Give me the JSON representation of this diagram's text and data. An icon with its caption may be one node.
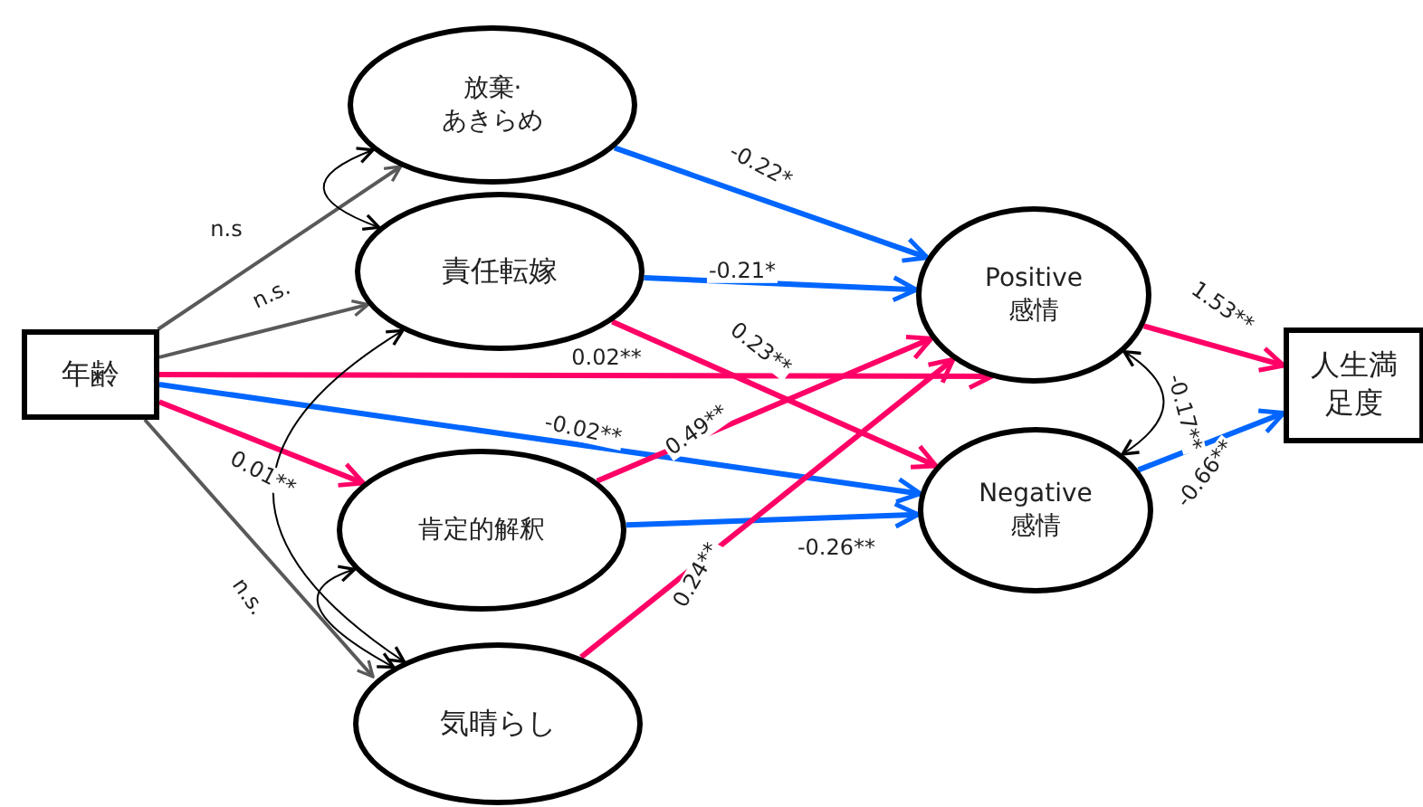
{
  "diagram": {
    "nodes": [
      {
        "text": [
          "年齢"
        ]
      },
      {
        "text": [
          "放棄· あきらめ"
        ]
      },
      {
        "text": [
          "責任転嫁"
        ]
      },
      {
        "text": [
          "肯定的解釈"
        ]
      },
      {
        "text": [
          "気晴らし"
        ]
      },
      {
        "text": [
          "Positive 感情"
        ]
      },
      {
        "text": [
          "Negative 感情"
        ]
      },
      {
        "text": [
          "人生満足度"
        ]
      }
    ],
    "edges": [
      {
        "from": 0,
        "to": 1,
        "arrow": "to",
        "label": "n.s",
        "color": "#595959"
      },
      {
        "from": 0,
        "to": 2,
        "arrow": "to",
        "label": "n.s.",
        "color": "#595959"
      },
      {
        "from": 0,
        "to": 5,
        "arrow": "to",
        "label": "0.02**"
      },
      {
        "from": 0,
        "to": 6,
        "arrow": "to",
        "label": "-0.02**",
        "color": "#0066ff"
      },
      {
        "from": 0,
        "to": 3,
        "arrow": "to",
        "label": "0.01**"
      },
      {
        "from": 0,
        "to": 4,
        "arrow": "to",
        "label": "n.s.",
        "color": "#595959"
      },
      {
        "from": 1,
        "to": 5,
        "arrow": "to",
        "label": "-0.22*",
        "color": "#0066ff"
      },
      {
        "from": 2,
        "to": 5,
        "arrow": "to",
        "label": "-0.21*",
        "color": "#0066ff"
      },
      {
        "from": 2,
        "to": 6,
        "arrow": "to",
        "label": "0.23**"
      },
      {
        "from": 3,
        "to": 5,
        "arrow": "to",
        "label": "0.49**"
      },
      {
        "from": 3,
        "to": 6,
        "arrow": "to",
        "label": "-0.26**",
        "color": "#0066ff"
      },
      {
        "from": 4,
        "to": 5,
        "arrow": "to",
        "label": "0.24**"
      },
      {
        "from": 5,
        "to": 7,
        "arrow": "to",
        "label": "1.53**"
      },
      {
        "from": 6,
        "to": 7,
        "arrow": "to",
        "label": "-0.66**",
        "color": "#0066ff"
      },
      {
        "from": 5,
        "to": 6,
        "arrow": "both",
        "label": "-0.17**",
        "color": "#000000"
      },
      {
        "from": 1,
        "to": 2,
        "arrow": "both",
        "color": "#000000"
      },
      {
        "from": 2,
        "to": 4,
        "arrow": "both",
        "color": "#000000"
      },
      {
        "from": 3,
        "to": 4,
        "arrow": "both",
        "color": "#000000"
      }
    ]
  }
}
